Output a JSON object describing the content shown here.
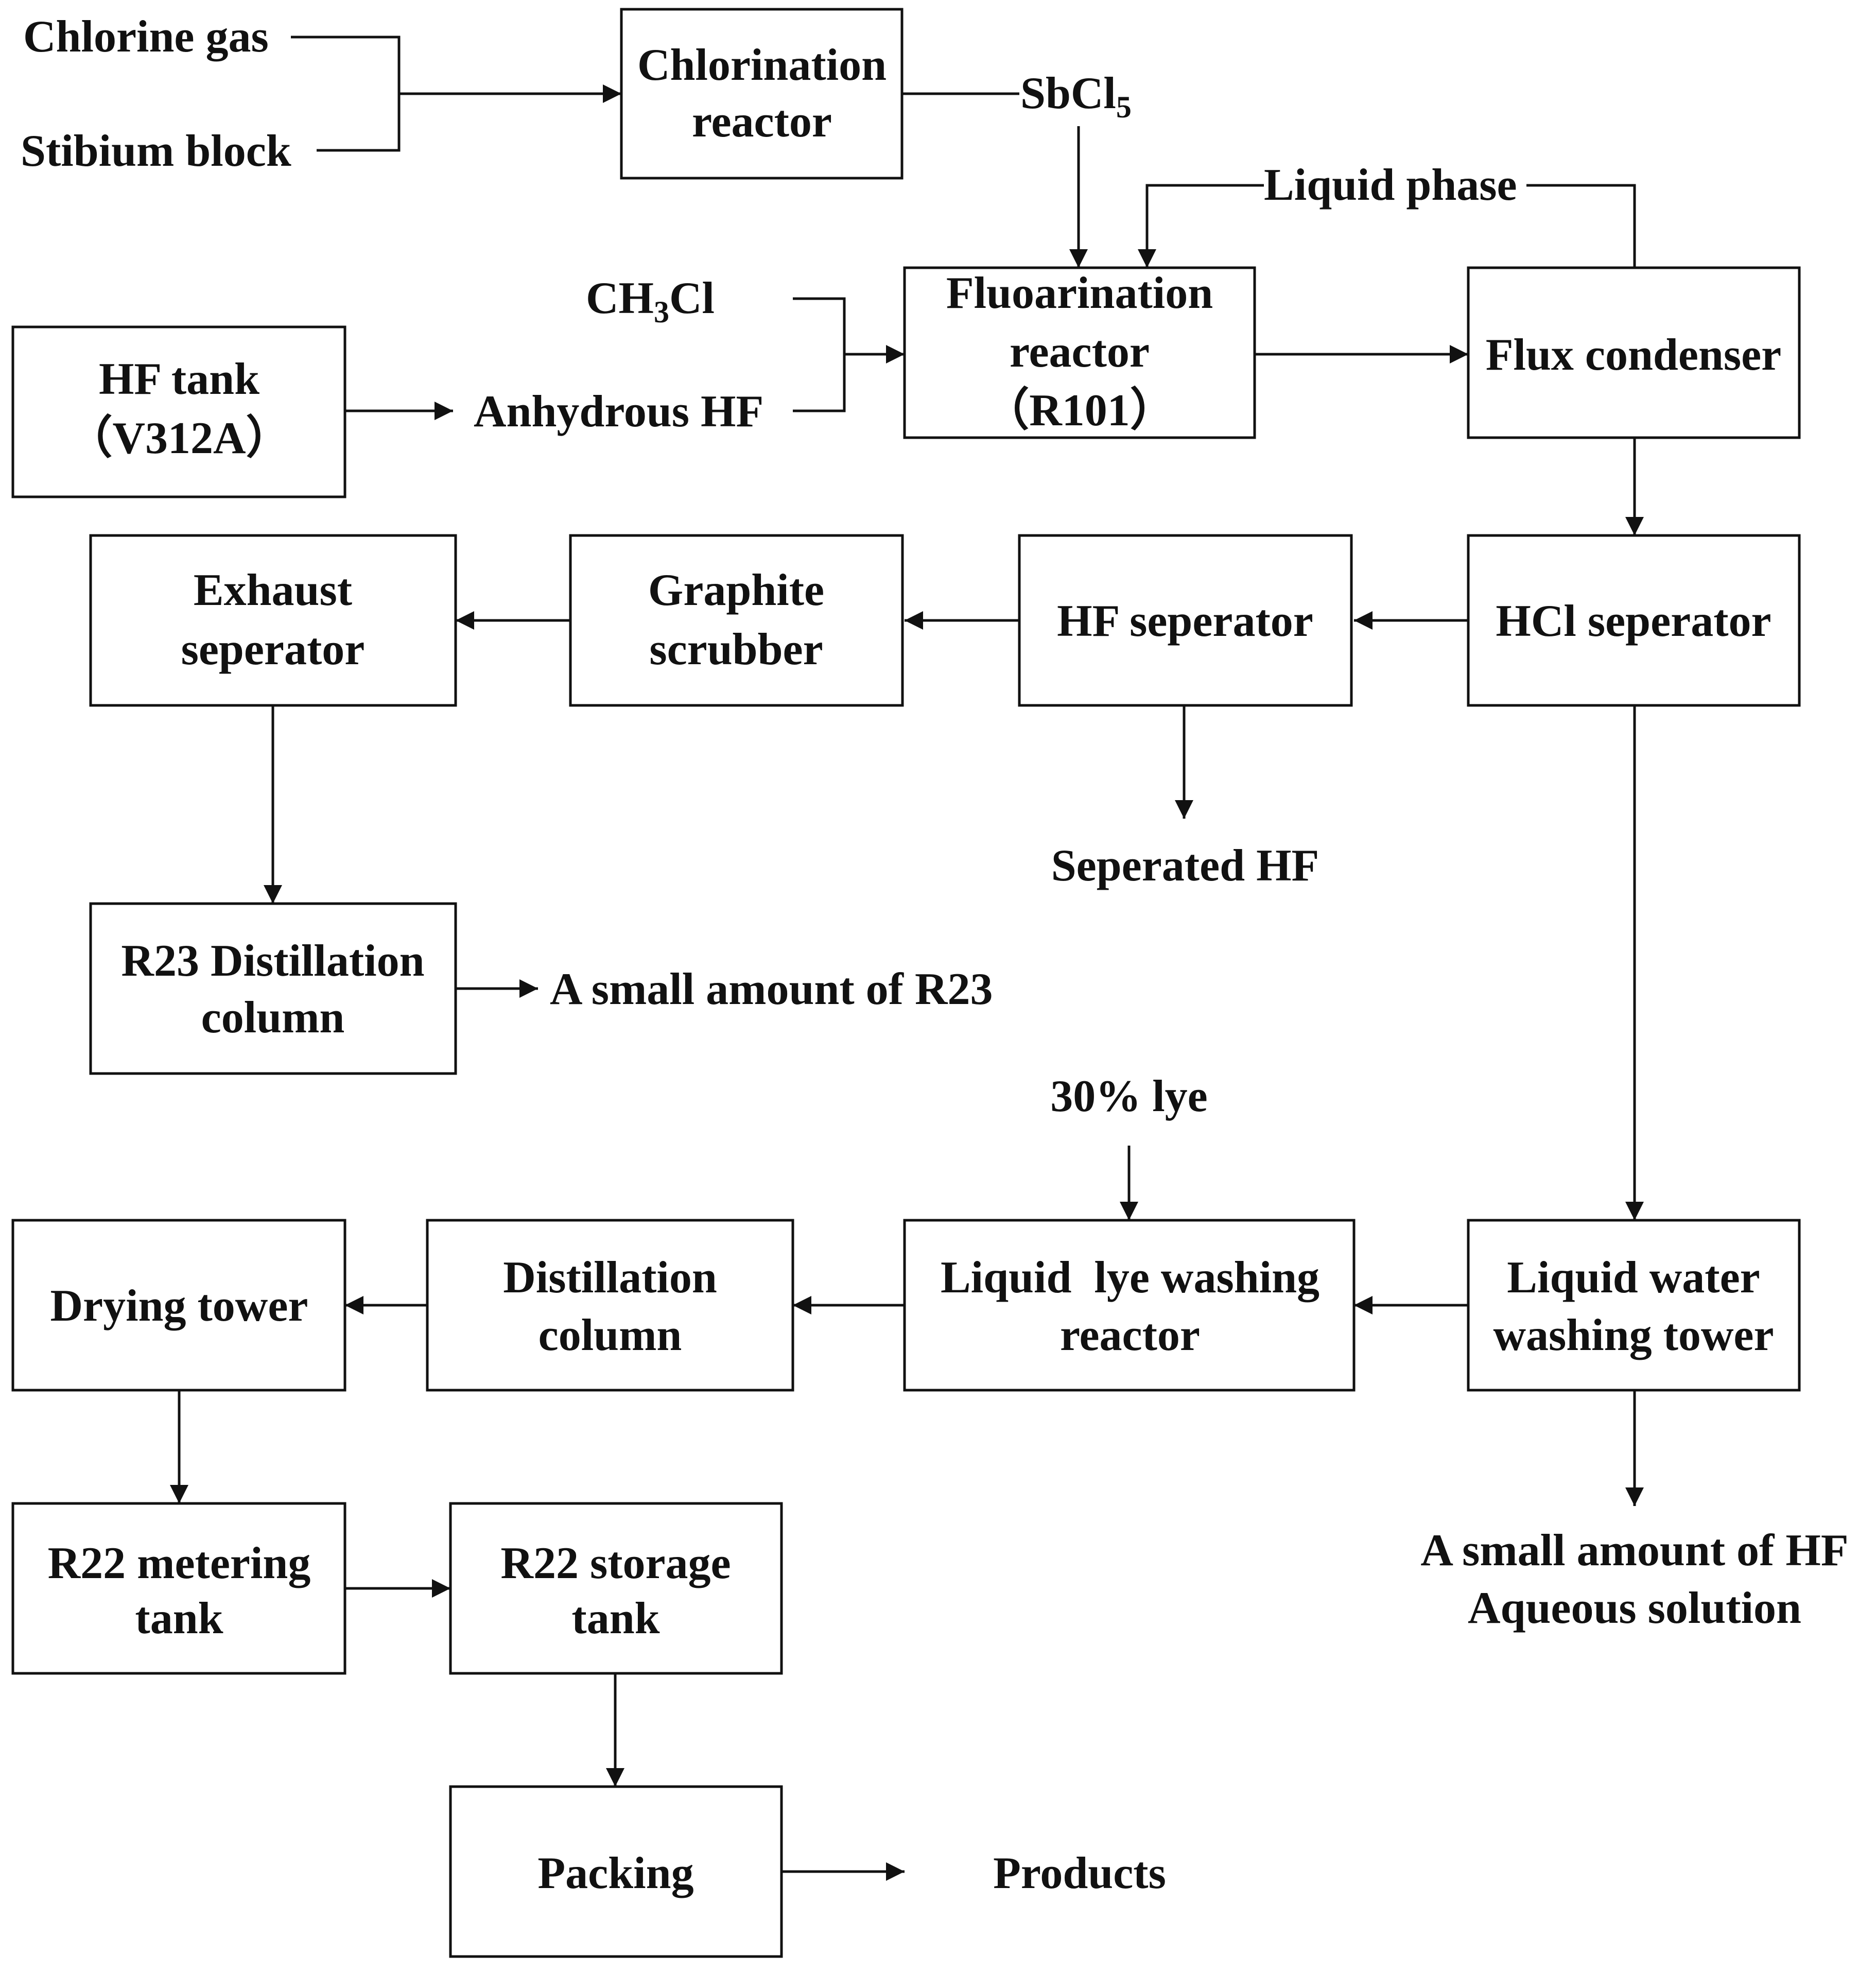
{
  "boxes": {
    "chlorination_reactor": [
      "Chlorination",
      "reactor"
    ],
    "fluorination_reactor": [
      "Fluoarination",
      "reactor",
      "（R101）"
    ],
    "flux_condenser": [
      "Flux condenser"
    ],
    "hf_tank": [
      "HF tank",
      "（V312A）"
    ],
    "exhaust_separator": [
      "Exhaust",
      "seperator"
    ],
    "graphite_scrubber": [
      "Graphite",
      "scrubber"
    ],
    "hf_separator": [
      "HF seperator"
    ],
    "hcl_separator": [
      "HCl seperator"
    ],
    "r23_distillation_column": [
      "R23 Distillation",
      "column"
    ],
    "drying_tower": [
      "Drying tower"
    ],
    "distillation_column": [
      "Distillation",
      "column"
    ],
    "lye_washing_reactor": [
      "Liquid  lye washing",
      "reactor"
    ],
    "water_washing_tower": [
      "Liquid water",
      "washing tower"
    ],
    "r22_metering_tank": [
      "R22 metering",
      "tank"
    ],
    "r22_storage_tank": [
      "R22 storage",
      "tank"
    ],
    "packing": [
      "Packing"
    ]
  },
  "labels": {
    "chlorine_gas": "Chlorine gas",
    "stibium_block": "Stibium block",
    "sbcl5_main": "SbCl",
    "sbcl5_sub": "5",
    "liquid_phase": "Liquid phase",
    "ch3cl_a": "CH",
    "ch3cl_sub": "3",
    "ch3cl_b": "Cl",
    "anhydrous_hf": "Anhydrous HF",
    "separated_hf": "Seperated HF",
    "small_amount_r23": "A small amount of R23",
    "lye_30": "30% lye",
    "hf_aqueous_line1": "A small amount of HF",
    "hf_aqueous_line2": "Aqueous solution",
    "products": "Products"
  }
}
